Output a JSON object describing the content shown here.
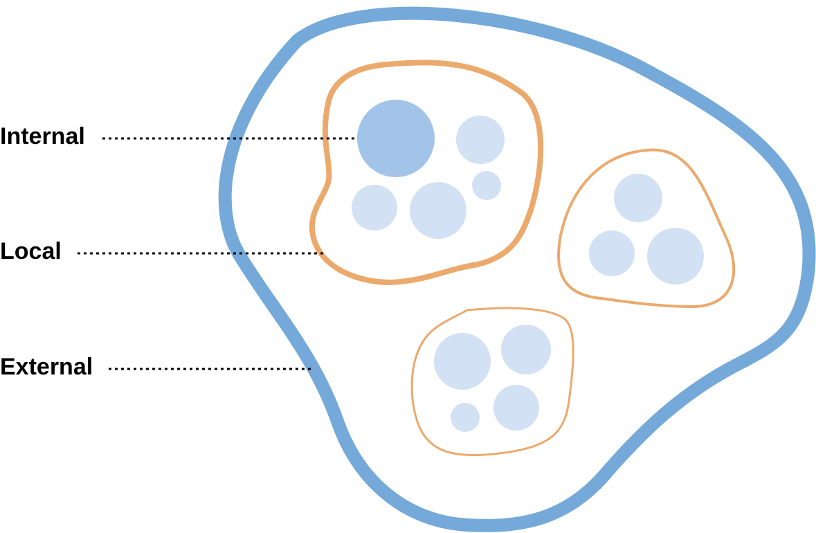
{
  "labels": {
    "internal": "Internal",
    "local": "Local",
    "external": "External"
  },
  "colors": {
    "external_boundary": "#74a9d9",
    "local_boundary": "#eca96c",
    "internal_highlight": "#a3c4e9",
    "internal_node": "#d2e1f3",
    "text": "#000000"
  }
}
